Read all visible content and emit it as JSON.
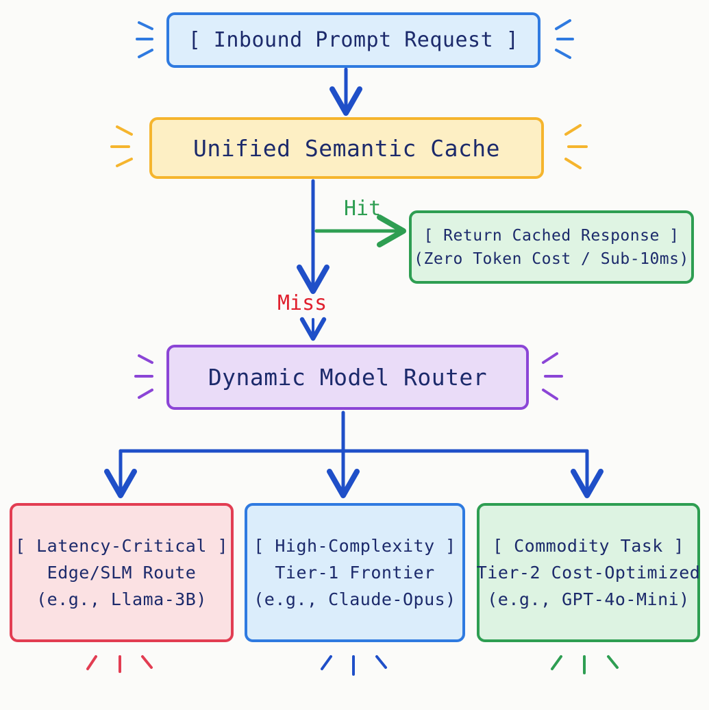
{
  "nodes": {
    "inbound": {
      "label": "[ Inbound Prompt Request ]"
    },
    "cache": {
      "label": "Unified Semantic Cache"
    },
    "cached_response": {
      "line1": "[ Return Cached Response ]",
      "line2": "(Zero Token Cost / Sub-10ms)"
    },
    "router": {
      "label": "Dynamic Model Router"
    },
    "latency": {
      "line1": "[ Latency-Critical ]",
      "line2": "Edge/SLM Route",
      "line3": "(e.g., Llama-3B)"
    },
    "complexity": {
      "line1": "[ High-Complexity ]",
      "line2": "Tier-1 Frontier",
      "line3": "(e.g., Claude-Opus)"
    },
    "commodity": {
      "line1": "[ Commodity Task ]",
      "line2": "Tier-2 Cost-Optimized",
      "line3": "(e.g., GPT-4o-Mini)"
    }
  },
  "edges": {
    "hit": {
      "label": "Hit",
      "color": "#2e9e52"
    },
    "miss": {
      "label": "Miss",
      "color": "#e0202e"
    }
  },
  "colors": {
    "arrow": "#1f4fc8",
    "inbound": "#2f7ae0",
    "cache": "#f5b52e",
    "cached_response": "#2e9e52",
    "router": "#8b45d6",
    "latency": "#e23d52",
    "complexity": "#2f7ae0",
    "commodity": "#2e9e52",
    "text": "#1c2a6b"
  }
}
